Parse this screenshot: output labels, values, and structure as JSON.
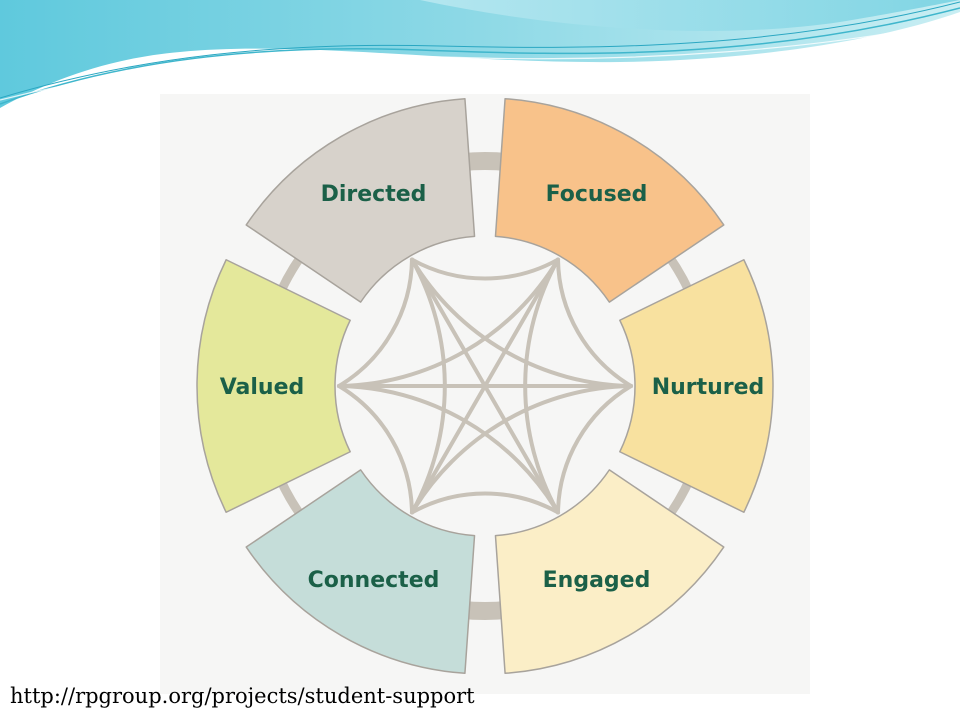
{
  "diagram": {
    "segments": [
      {
        "id": "directed",
        "label": "Directed",
        "color": "#d7d2cb"
      },
      {
        "id": "focused",
        "label": "Focused",
        "color": "#f8c28a"
      },
      {
        "id": "nurtured",
        "label": "Nurtured",
        "color": "#f8e19f"
      },
      {
        "id": "engaged",
        "label": "Engaged",
        "color": "#fbeec7"
      },
      {
        "id": "connected",
        "label": "Connected",
        "color": "#c5ddd9"
      },
      {
        "id": "valued",
        "label": "Valued",
        "color": "#e4e89b"
      }
    ],
    "label_color": "#1b6048",
    "connector_color": "#c8c2b8",
    "outline_color": "#a8a39c"
  },
  "footer": {
    "url": "http://rpgroup.org/projects/student-support"
  }
}
